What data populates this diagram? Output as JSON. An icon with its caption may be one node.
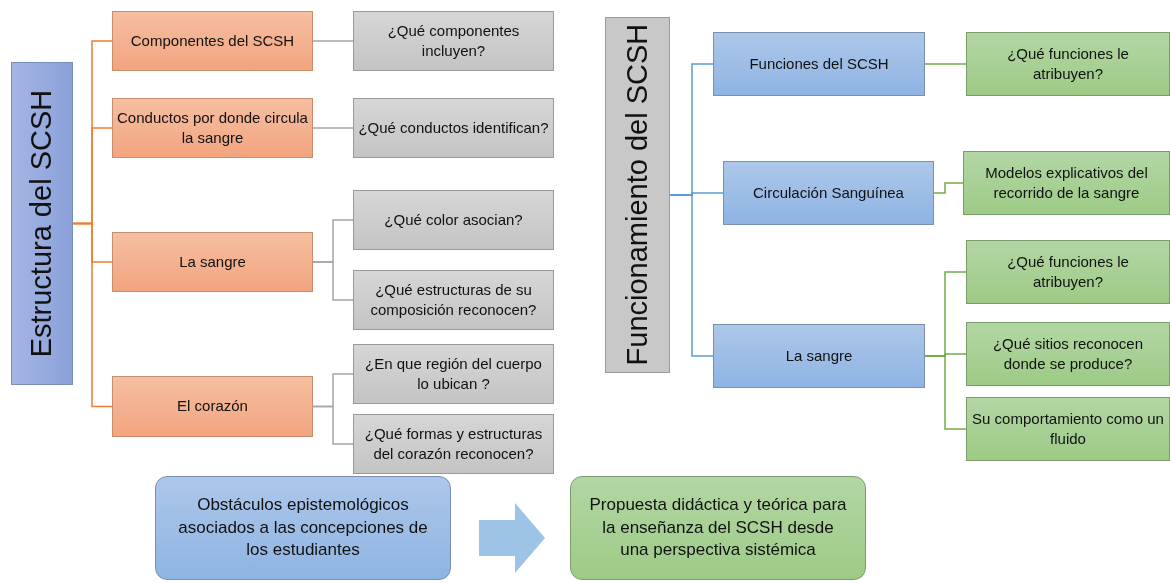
{
  "diagram": {
    "nodes": [
      {
        "text": [
          "Estructura del SCSH"
        ]
      },
      {
        "text": [
          "Componentes del SCSH"
        ]
      },
      {
        "text": [
          "Conductos por donde circula la sangre"
        ]
      },
      {
        "text": [
          "La sangre"
        ]
      },
      {
        "text": [
          "El corazón"
        ]
      },
      {
        "text": [
          "¿Qué componentes incluyen?"
        ]
      },
      {
        "text": [
          "¿Qué conductos identifican?"
        ]
      },
      {
        "text": [
          "¿Qué color asocian?"
        ]
      },
      {
        "text": [
          "¿Qué estructuras de su composición  reconocen?"
        ]
      },
      {
        "text": [
          "¿En que región del cuerpo lo ubican ?"
        ]
      },
      {
        "text": [
          "¿Qué formas y estructuras del corazón reconocen?"
        ]
      },
      {
        "text": [
          "Funcionamiento  del SCSH"
        ]
      },
      {
        "text": [
          "Funciones  del SCSH"
        ]
      },
      {
        "text": [
          "Circulación Sanguínea"
        ]
      },
      {
        "text": [
          "La sangre"
        ]
      },
      {
        "text": [
          "¿Qué funciones le atribuyen?"
        ]
      },
      {
        "text": [
          "Modelos explicativos del recorrido de la sangre"
        ]
      },
      {
        "text": [
          "¿Qué funciones le atribuyen?"
        ]
      },
      {
        "text": [
          "¿Qué sitios reconocen donde se produce?"
        ]
      },
      {
        "text": [
          "Su comportamiento como un fluido"
        ]
      },
      {
        "text": [
          "Obstáculos epistemológicos asociados a las concepciones de los estudiantes"
        ]
      },
      {
        "text": [
          "Propuesta didáctica y teórica para la enseñanza del SCSH desde una perspectiva sistémica"
        ]
      }
    ],
    "edges": [
      {
        "from": 0,
        "to": 1,
        "arrow": "none",
        "color": "#ed7d31"
      },
      {
        "from": 0,
        "to": 2,
        "arrow": "none",
        "color": "#ed7d31"
      },
      {
        "from": 0,
        "to": 3,
        "arrow": "none",
        "color": "#ed7d31"
      },
      {
        "from": 0,
        "to": 4,
        "arrow": "none",
        "color": "#ed7d31"
      },
      {
        "from": 1,
        "to": 5,
        "arrow": "none",
        "color": "#a5a5a5"
      },
      {
        "from": 2,
        "to": 6,
        "arrow": "none",
        "color": "#a5a5a5"
      },
      {
        "from": 3,
        "to": 7,
        "arrow": "none",
        "color": "#a5a5a5"
      },
      {
        "from": 3,
        "to": 8,
        "arrow": "none",
        "color": "#a5a5a5"
      },
      {
        "from": 4,
        "to": 9,
        "arrow": "none",
        "color": "#a5a5a5"
      },
      {
        "from": 4,
        "to": 10,
        "arrow": "none",
        "color": "#a5a5a5"
      },
      {
        "from": 11,
        "to": 12,
        "arrow": "none",
        "color": "#5b9bd5"
      },
      {
        "from": 11,
        "to": 13,
        "arrow": "none",
        "color": "#5b9bd5"
      },
      {
        "from": 11,
        "to": 14,
        "arrow": "none",
        "color": "#5b9bd5"
      },
      {
        "from": 12,
        "to": 15,
        "arrow": "none",
        "color": "#70ad47"
      },
      {
        "from": 13,
        "to": 16,
        "arrow": "none",
        "color": "#70ad47"
      },
      {
        "from": 14,
        "to": 17,
        "arrow": "none",
        "color": "#70ad47"
      },
      {
        "from": 14,
        "to": 18,
        "arrow": "none",
        "color": "#70ad47"
      },
      {
        "from": 14,
        "to": 19,
        "arrow": "none",
        "color": "#70ad47"
      },
      {
        "from": 20,
        "to": 21,
        "arrow": "to",
        "style": "thick",
        "color": "#9dc3e6"
      }
    ]
  }
}
